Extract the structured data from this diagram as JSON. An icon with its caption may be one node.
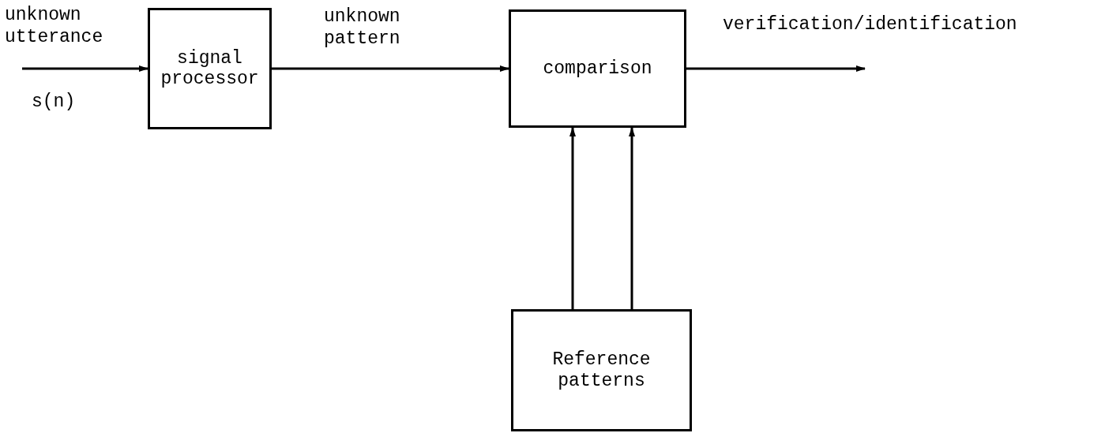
{
  "diagram": {
    "nodes": [
      {
        "text": [
          "signal processor"
        ]
      },
      {
        "text": [
          "comparison"
        ]
      },
      {
        "text": [
          "Reference patterns"
        ]
      }
    ],
    "edges": [
      {
        "from": null,
        "to": 0,
        "arrow": "to",
        "label": "unknown utterance"
      },
      {
        "from": 0,
        "to": 1,
        "arrow": "to",
        "label": "unknown pattern"
      },
      {
        "from": 1,
        "to": null,
        "arrow": "to",
        "label": "verification/identification"
      },
      {
        "from": 2,
        "to": 1,
        "arrow": "to"
      },
      {
        "from": 2,
        "to": 1,
        "arrow": "to"
      }
    ],
    "labels": [
      "s(n)"
    ]
  }
}
